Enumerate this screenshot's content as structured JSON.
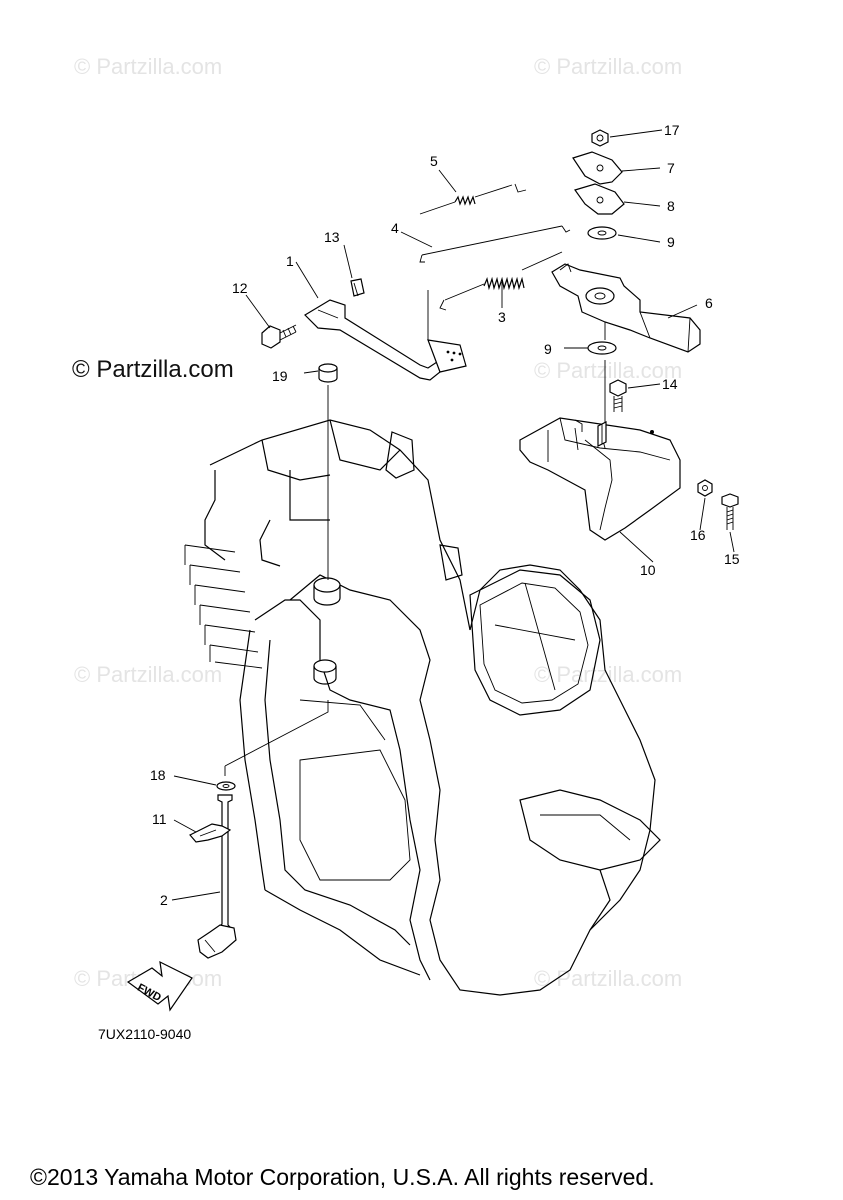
{
  "watermarks": {
    "text": "© Partzilla.com",
    "main": "© Partzilla.com"
  },
  "callouts": {
    "c1": "1",
    "c2": "2",
    "c3": "3",
    "c4": "4",
    "c5": "5",
    "c6": "6",
    "c7": "7",
    "c8": "8",
    "c9a": "9",
    "c9b": "9",
    "c10": "10",
    "c11": "11",
    "c12": "12",
    "c13": "13",
    "c14": "14",
    "c15": "15",
    "c16": "16",
    "c17": "17",
    "c18": "18",
    "c19": "19"
  },
  "fwd_label": "FWD",
  "diagram_code": "7UX2110-9040",
  "copyright": "©2013 Yamaha Motor Corporation, U.S.A. All rights reserved."
}
